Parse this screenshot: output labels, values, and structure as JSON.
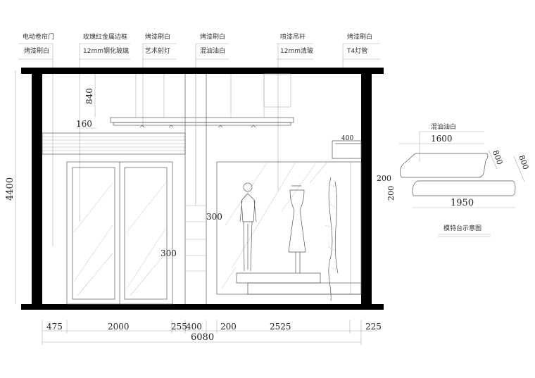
{
  "labels": [
    {
      "top": "电动卷帘门",
      "bottom": "烤漆刷白"
    },
    {
      "top": "玫瑰红金属边框",
      "bottom": "12mm钢化玻璃"
    },
    {
      "top": "烤漆刷白",
      "bottom": "艺术射灯"
    },
    {
      "top": "烤漆刷白",
      "bottom": "混油油白"
    },
    {
      "top": "喷漆吊杆",
      "bottom": "12mm清玻"
    },
    {
      "top": "烤漆刷白",
      "bottom": "T4灯管"
    }
  ],
  "dimensions": {
    "height_total": "4400",
    "ceiling_drop": "840",
    "light_box": "160",
    "shelf_a": "300",
    "shelf_b": "300",
    "box_width": "400",
    "bottom": [
      "475",
      "2000",
      "255",
      "400",
      "200",
      "2525",
      "225"
    ],
    "total": "6080"
  },
  "detail": {
    "material": "混油油白",
    "top_width": "1600",
    "top_depth": "800",
    "bottom_width": "1950",
    "bottom_depth": "800",
    "top_height": "200",
    "bottom_height": "200",
    "caption": "模特台示意图"
  }
}
